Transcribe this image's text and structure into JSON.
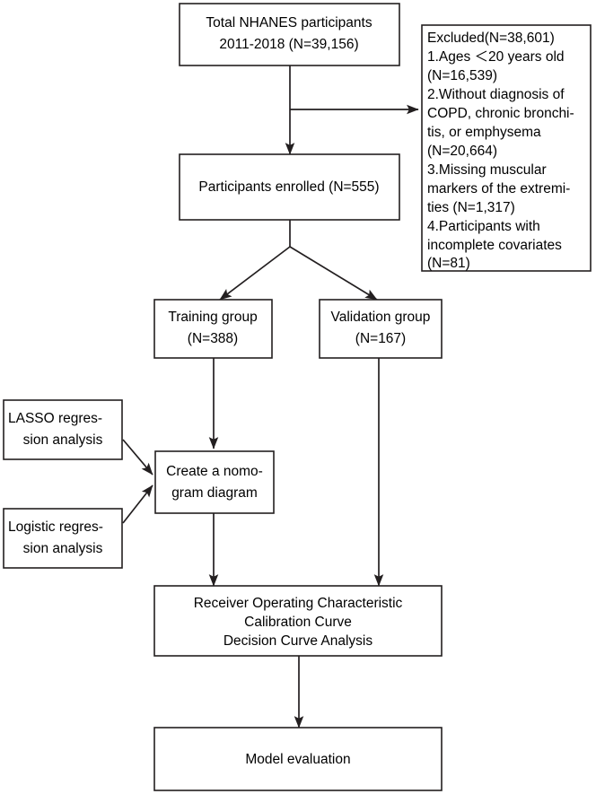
{
  "diagram": {
    "title": "NHANES COPD nomogram study flowchart",
    "type": "flowchart",
    "accent_color": "#231f20",
    "background_color": "#ffffff"
  },
  "nodes": {
    "total_participants": {
      "lines": [
        "Total NHANES  participants",
        "2011-2018 (N=39,156)"
      ]
    },
    "excluded": {
      "lines": [
        "Excluded(N=38,601)",
        "1.Ages ＜20 years old",
        "(N=16,539)",
        "2.Without diagnosis of",
        "COPD, chronic bronchi-",
        "tis, or emphysema",
        "(N=20,664)",
        "3.Missing muscular",
        "markers of the extremi-",
        "ties (N=1,317)",
        "4.Participants with",
        "incomplete covariates",
        "(N=81)"
      ]
    },
    "enrolled": {
      "lines": [
        "Participants enrolled (N=555)"
      ]
    },
    "training_group": {
      "lines": [
        "Training group",
        "(N=388)"
      ]
    },
    "validation_group": {
      "lines": [
        "Validation group",
        "(N=167)"
      ]
    },
    "lasso_regression": {
      "lines": [
        "LASSO regres-",
        "sion analysis"
      ]
    },
    "logistic_regression": {
      "lines": [
        "Logistic regres-",
        "sion analysis"
      ]
    },
    "nomogram": {
      "lines": [
        "Create a nomo-",
        "gram diagram"
      ]
    },
    "evaluation_metrics": {
      "lines": [
        "Receiver Operating Characteristic",
        "Calibration Curve",
        "Decision Curve Analysis"
      ]
    },
    "model_evaluation": {
      "lines": [
        "Model evaluation"
      ]
    }
  }
}
